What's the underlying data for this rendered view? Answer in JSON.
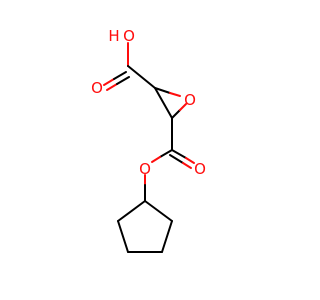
{
  "molecule": {
    "atom_labels": {
      "hydroxyl_h": "H",
      "hydroxyl_o": "O",
      "carbonyl_o_acid": "O",
      "epoxide_o": "O",
      "ester_o": "O",
      "carbonyl_o_ester": "O"
    },
    "colors": {
      "bond": "#000000",
      "oxygen": "#ff0d0d",
      "background": "#ffffff"
    }
  }
}
